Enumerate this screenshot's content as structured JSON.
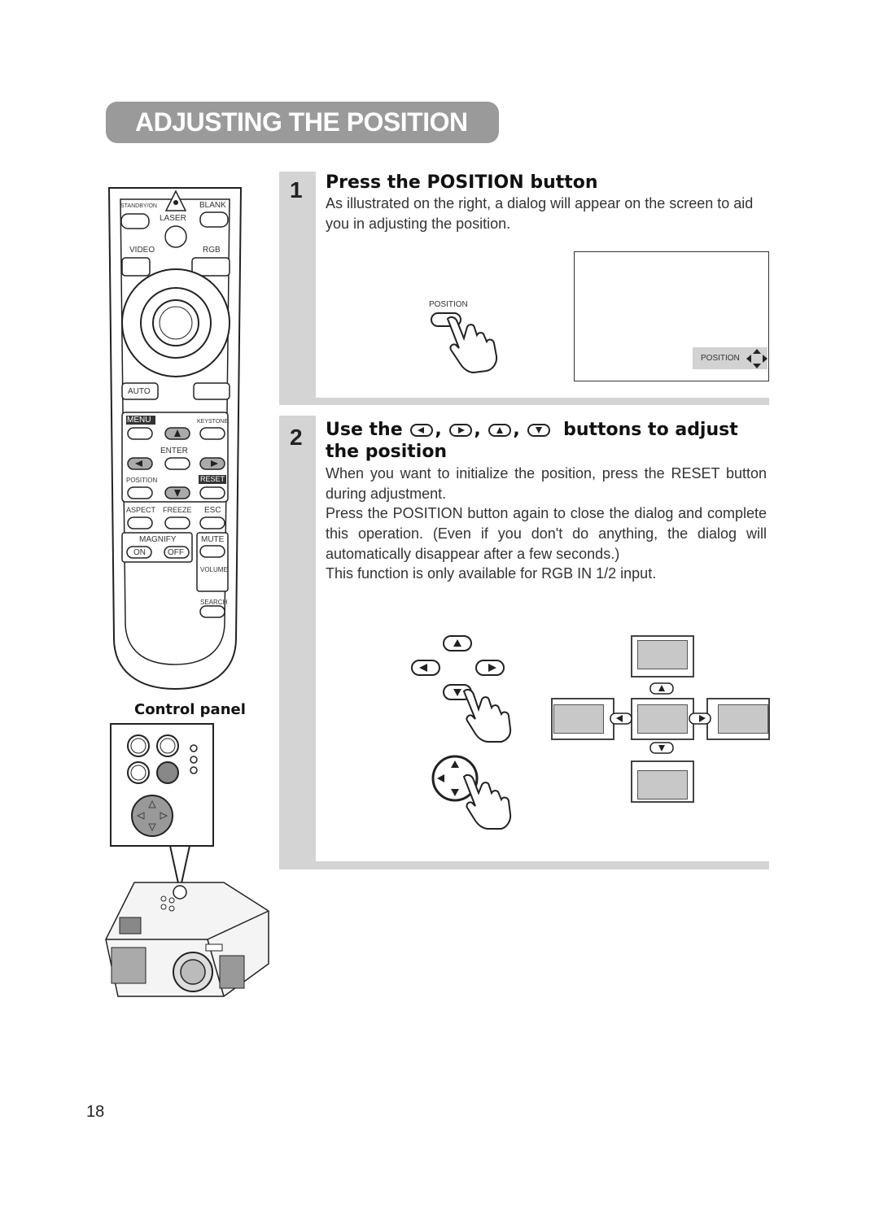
{
  "header": {
    "title": "ADJUSTING THE POSITION"
  },
  "remote": {
    "labels": {
      "standby": "STANDBY/ON",
      "laser": "LASER",
      "blank": "BLANK",
      "video": "VIDEO",
      "rgb": "RGB",
      "auto": "AUTO",
      "menu": "MENU",
      "keystone": "KEYSTONE",
      "enter": "ENTER",
      "position": "POSITION",
      "reset": "RESET",
      "aspect": "ASPECT",
      "freeze": "FREEZE",
      "esc": "ESC",
      "magnify": "MAGNIFY",
      "on": "ON",
      "off": "OFF",
      "mute": "MUTE",
      "volume": "VOLUME",
      "search": "SEARCH"
    }
  },
  "control_panel": {
    "title": "Control panel"
  },
  "step1": {
    "number": "1",
    "title": "Press the POSITION button",
    "body": "As illustrated on the right, a dialog will appear on the screen to aid you in adjusting the position.",
    "button_label": "POSITION",
    "dialog_label": "POSITION"
  },
  "step2": {
    "number": "2",
    "title_prefix": "Use the",
    "title_suffix": "buttons to adjust",
    "title_line2": "the position",
    "comma": ",",
    "para1": "When you want to initialize the position, press the RESET button during adjustment.",
    "para2": "Press the POSITION button again to close the dialog and complete this operation. (Even if you don't do anything, the dialog will automatically disappear after a few seconds.)",
    "para3": "This function is only available for RGB IN 1/2 input."
  },
  "footer": {
    "page_number": "18"
  }
}
